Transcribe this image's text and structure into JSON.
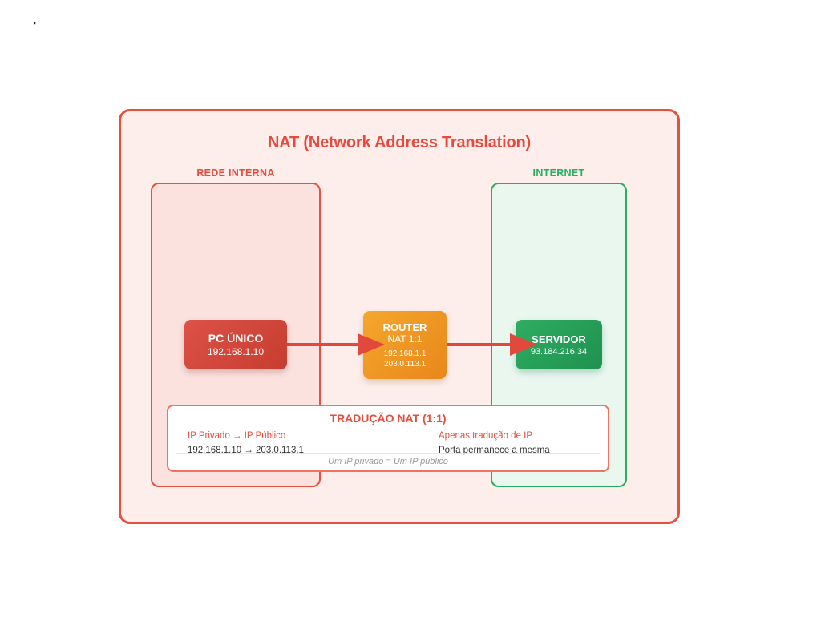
{
  "page": {
    "stray_mark": "'"
  },
  "diagram": {
    "title": "NAT (Network Address Translation)",
    "accent_colors": {
      "red": "#e74c3c",
      "green": "#27ae60",
      "orange": "#f39c12"
    },
    "zones": [
      {
        "id": "rede-interna",
        "label": "REDE INTERNA",
        "color": "#e74c3c"
      },
      {
        "id": "internet",
        "label": "INTERNET",
        "color": "#27ae60"
      }
    ],
    "nodes": [
      {
        "id": "pc",
        "title": "PC ÚNICO",
        "lines": [
          "192.168.1.10"
        ],
        "color": "#cc4437"
      },
      {
        "id": "router",
        "title": "ROUTER",
        "subtitle": "NAT 1:1",
        "lines": [
          "192.168.1.1",
          "203.0.113.1"
        ],
        "color": "#ee9423"
      },
      {
        "id": "server",
        "title": "SERVIDOR",
        "lines": [
          "93.184.216.34"
        ],
        "color": "#27a35c"
      }
    ],
    "connections": [
      {
        "from": "pc",
        "to": "router"
      },
      {
        "from": "router",
        "to": "server"
      }
    ],
    "panel": {
      "title": "TRADUÇÃO NAT (1:1)",
      "columns": [
        {
          "label": "IP Privado → IP Público",
          "value": "192.168.1.10 → 203.0.113.1"
        },
        {
          "label": "Apenas tradução de IP",
          "value": "Porta permanece a mesma"
        }
      ],
      "footer": "Um IP privado = Um IP público"
    }
  }
}
